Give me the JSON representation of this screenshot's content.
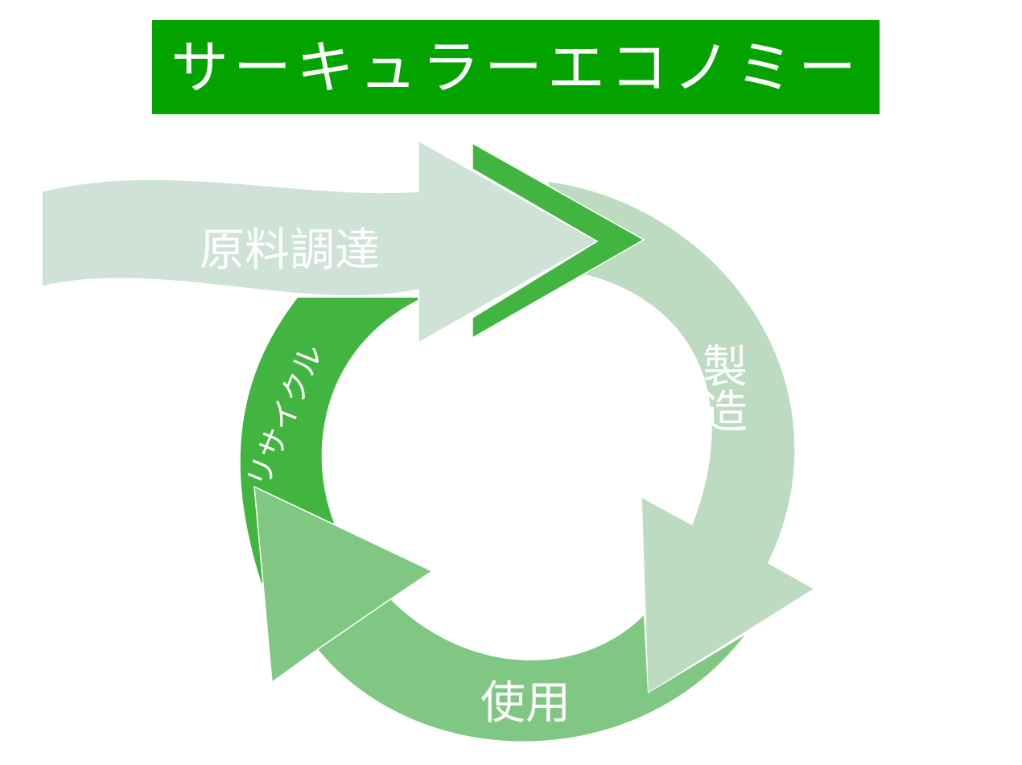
{
  "title": "サーキュラーエコノミー",
  "stages": {
    "sourcing": "原料調達",
    "manufacturing": "製造",
    "use": "使用",
    "recycle": "リサイクル"
  },
  "colors": {
    "title_bg": "#05a300",
    "recycle": "#41b53f",
    "sourcing": "#cfe2d7",
    "manufacturing": "#bddbc0",
    "use": "#80c784",
    "text": "#ffffff"
  }
}
